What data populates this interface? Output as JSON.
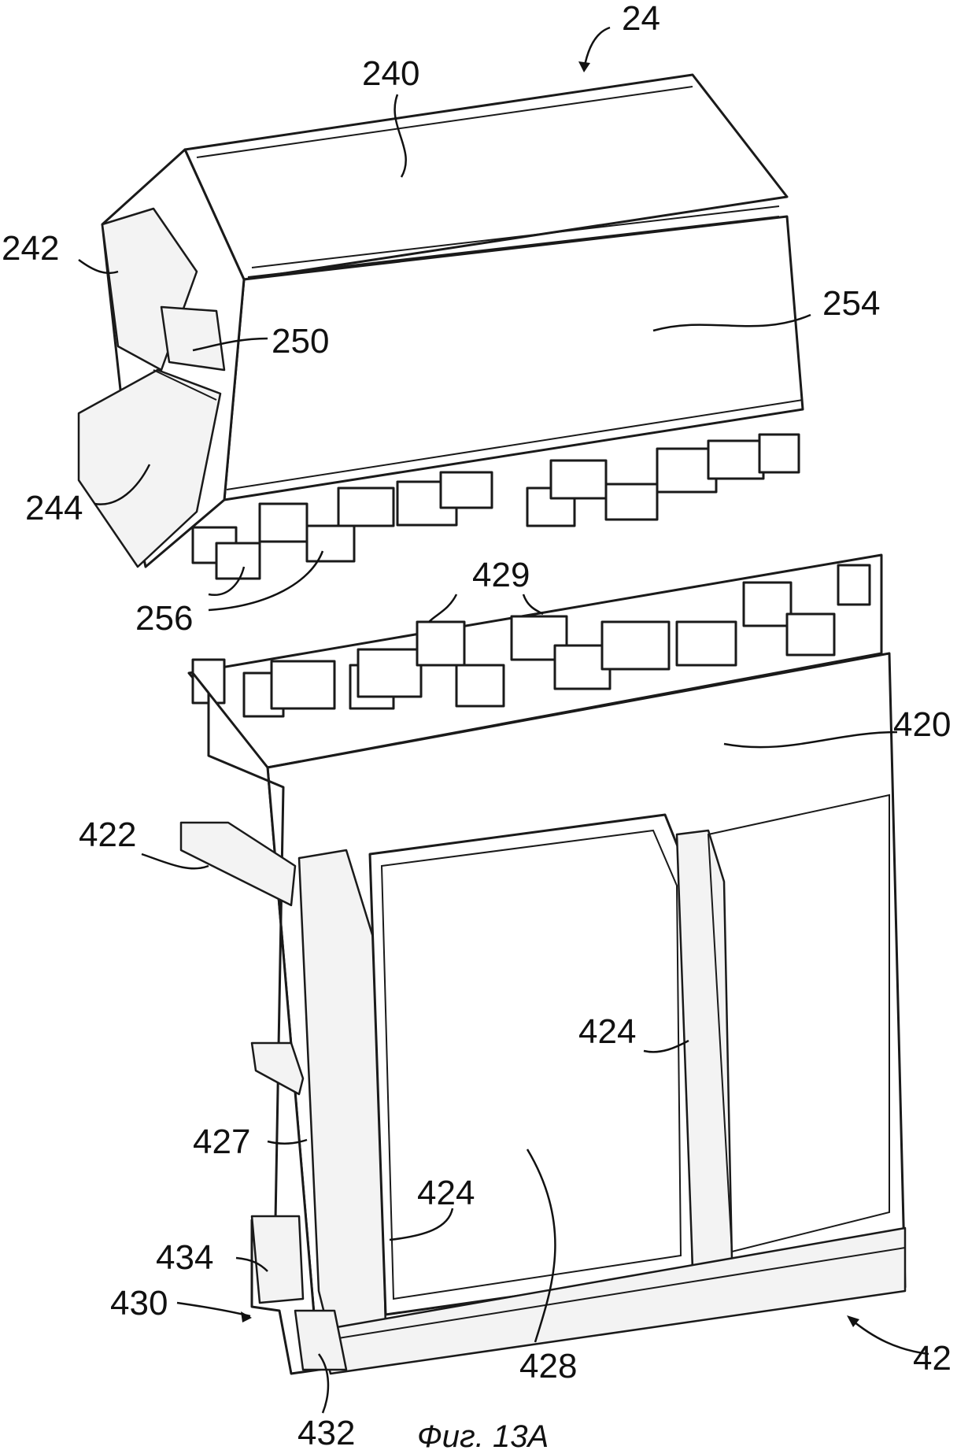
{
  "figure": {
    "caption": "Фиг. 13А",
    "labels": {
      "ref_24": "24",
      "ref_240": "240",
      "ref_242": "242",
      "ref_250": "250",
      "ref_254": "254",
      "ref_244": "244",
      "ref_256": "256",
      "ref_429": "429",
      "ref_420": "420",
      "ref_422": "422",
      "ref_424_upper": "424",
      "ref_427": "427",
      "ref_424_lower": "424",
      "ref_434": "434",
      "ref_430": "430",
      "ref_428": "428",
      "ref_42": "42",
      "ref_432": "432"
    }
  }
}
